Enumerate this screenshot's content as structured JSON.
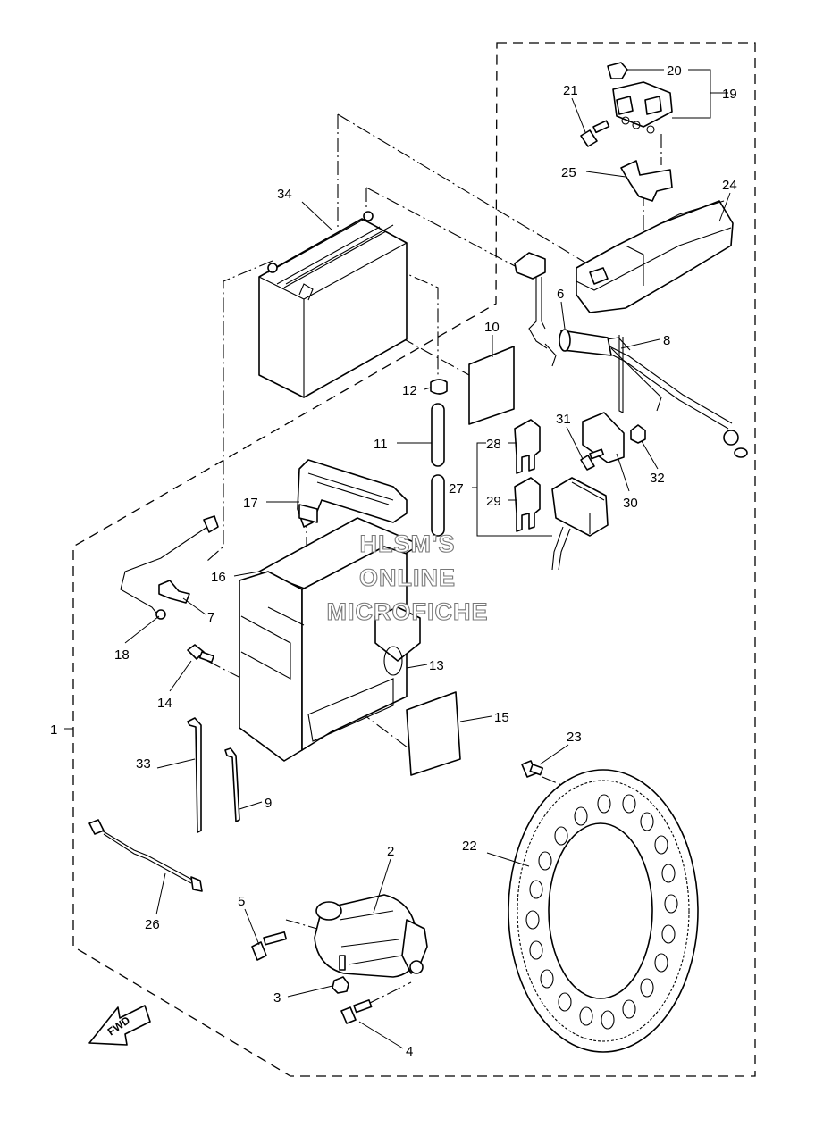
{
  "watermark": {
    "line1": "HLSM'S",
    "line2": "ONLINE",
    "line3": "MICROFICHE"
  },
  "fwd_label": "FWD",
  "callouts": [
    {
      "id": "1"
    },
    {
      "id": "2"
    },
    {
      "id": "3"
    },
    {
      "id": "4"
    },
    {
      "id": "5"
    },
    {
      "id": "6"
    },
    {
      "id": "7"
    },
    {
      "id": "8"
    },
    {
      "id": "9"
    },
    {
      "id": "10"
    },
    {
      "id": "11"
    },
    {
      "id": "12"
    },
    {
      "id": "13"
    },
    {
      "id": "14"
    },
    {
      "id": "15"
    },
    {
      "id": "16"
    },
    {
      "id": "17"
    },
    {
      "id": "18"
    },
    {
      "id": "19"
    },
    {
      "id": "20"
    },
    {
      "id": "21"
    },
    {
      "id": "22"
    },
    {
      "id": "23"
    },
    {
      "id": "24"
    },
    {
      "id": "25"
    },
    {
      "id": "26"
    },
    {
      "id": "27"
    },
    {
      "id": "28"
    },
    {
      "id": "29"
    },
    {
      "id": "30"
    },
    {
      "id": "31"
    },
    {
      "id": "32"
    },
    {
      "id": "33"
    },
    {
      "id": "34"
    }
  ]
}
